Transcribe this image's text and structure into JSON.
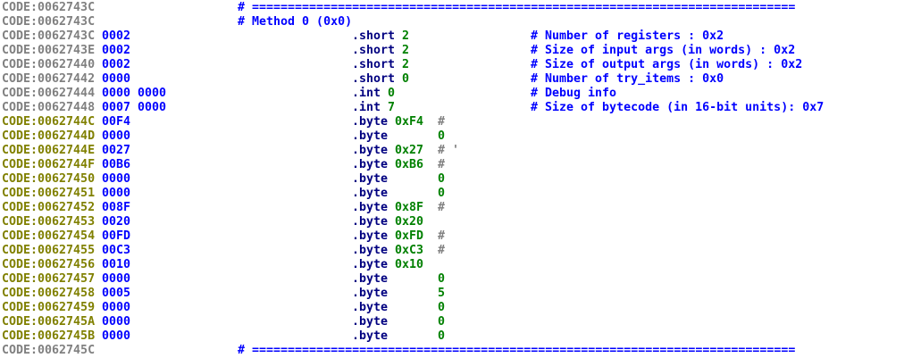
{
  "colors": {
    "background": "#ffffff",
    "address_gray": "#808080",
    "address_olive": "#808000",
    "hex_bytes_blue": "#0000ff",
    "directive_navy": "#000080",
    "operand_green": "#008000",
    "comment_blue": "#0000ff",
    "char_comment_gray": "#808080"
  },
  "listing": {
    "segment_prefix": "CODE",
    "lines": [
      {
        "segments": [
          {
            "col": 0,
            "text": "CODE:0062743C",
            "cls": "addr-gray",
            "name": "address-label"
          },
          {
            "col": 33,
            "text": "# ============================================================================",
            "cls": "cmt",
            "name": "separator-comment"
          }
        ]
      },
      {
        "segments": [
          {
            "col": 0,
            "text": "CODE:0062743C",
            "cls": "addr-gray",
            "name": "address-label"
          },
          {
            "col": 33,
            "text": "# Method 0 (0x0)",
            "cls": "cmt",
            "name": "method-header-comment"
          }
        ]
      },
      {
        "segments": [
          {
            "col": 0,
            "text": "CODE:0062743C",
            "cls": "addr-gray",
            "name": "address-label"
          },
          {
            "col": 14,
            "text": "0002",
            "cls": "hex",
            "name": "hex-bytes"
          },
          {
            "col": 49,
            "text": ".short",
            "cls": "kw",
            "name": "directive-keyword"
          },
          {
            "col": 56,
            "text": "2",
            "cls": "val",
            "name": "operand-value"
          },
          {
            "col": 74,
            "text": "# Number of registers : 0x2",
            "cls": "cmt",
            "name": "line-comment"
          }
        ]
      },
      {
        "segments": [
          {
            "col": 0,
            "text": "CODE:0062743E",
            "cls": "addr-gray",
            "name": "address-label"
          },
          {
            "col": 14,
            "text": "0002",
            "cls": "hex",
            "name": "hex-bytes"
          },
          {
            "col": 49,
            "text": ".short",
            "cls": "kw",
            "name": "directive-keyword"
          },
          {
            "col": 56,
            "text": "2",
            "cls": "val",
            "name": "operand-value"
          },
          {
            "col": 74,
            "text": "# Size of input args (in words) : 0x2",
            "cls": "cmt",
            "name": "line-comment"
          }
        ]
      },
      {
        "segments": [
          {
            "col": 0,
            "text": "CODE:00627440",
            "cls": "addr-gray",
            "name": "address-label"
          },
          {
            "col": 14,
            "text": "0002",
            "cls": "hex",
            "name": "hex-bytes"
          },
          {
            "col": 49,
            "text": ".short",
            "cls": "kw",
            "name": "directive-keyword"
          },
          {
            "col": 56,
            "text": "2",
            "cls": "val",
            "name": "operand-value"
          },
          {
            "col": 74,
            "text": "# Size of output args (in words) : 0x2",
            "cls": "cmt",
            "name": "line-comment"
          }
        ]
      },
      {
        "segments": [
          {
            "col": 0,
            "text": "CODE:00627442",
            "cls": "addr-gray",
            "name": "address-label"
          },
          {
            "col": 14,
            "text": "0000",
            "cls": "hex",
            "name": "hex-bytes"
          },
          {
            "col": 49,
            "text": ".short",
            "cls": "kw",
            "name": "directive-keyword"
          },
          {
            "col": 56,
            "text": "0",
            "cls": "val",
            "name": "operand-value"
          },
          {
            "col": 74,
            "text": "# Number of try_items : 0x0",
            "cls": "cmt",
            "name": "line-comment"
          }
        ]
      },
      {
        "segments": [
          {
            "col": 0,
            "text": "CODE:00627444",
            "cls": "addr-gray",
            "name": "address-label"
          },
          {
            "col": 14,
            "text": "0000 0000",
            "cls": "hex",
            "name": "hex-bytes"
          },
          {
            "col": 49,
            "text": ".int",
            "cls": "kw",
            "name": "directive-keyword"
          },
          {
            "col": 54,
            "text": "0",
            "cls": "val",
            "name": "operand-value"
          },
          {
            "col": 74,
            "text": "# Debug info",
            "cls": "cmt",
            "name": "line-comment"
          }
        ]
      },
      {
        "segments": [
          {
            "col": 0,
            "text": "CODE:00627448",
            "cls": "addr-gray",
            "name": "address-label"
          },
          {
            "col": 14,
            "text": "0007 0000",
            "cls": "hex",
            "name": "hex-bytes"
          },
          {
            "col": 49,
            "text": ".int",
            "cls": "kw",
            "name": "directive-keyword"
          },
          {
            "col": 54,
            "text": "7",
            "cls": "val",
            "name": "operand-value"
          },
          {
            "col": 74,
            "text": "# Size of bytecode (in 16-bit units): 0x7",
            "cls": "cmt",
            "name": "line-comment"
          }
        ]
      },
      {
        "segments": [
          {
            "col": 0,
            "text": "CODE:0062744C",
            "cls": "addr-olive",
            "name": "address-label"
          },
          {
            "col": 14,
            "text": "00F4",
            "cls": "hex",
            "name": "hex-bytes"
          },
          {
            "col": 49,
            "text": ".byte",
            "cls": "kw",
            "name": "directive-keyword"
          },
          {
            "col": 55,
            "text": "0xF4",
            "cls": "val",
            "name": "operand-value"
          },
          {
            "col": 61,
            "text": "#",
            "cls": "chr",
            "name": "char-comment-hash"
          }
        ]
      },
      {
        "segments": [
          {
            "col": 0,
            "text": "CODE:0062744D",
            "cls": "addr-olive",
            "name": "address-label"
          },
          {
            "col": 14,
            "text": "0000",
            "cls": "hex",
            "name": "hex-bytes"
          },
          {
            "col": 49,
            "text": ".byte",
            "cls": "kw",
            "name": "directive-keyword"
          },
          {
            "col": 61,
            "text": "0",
            "cls": "val",
            "name": "operand-value"
          }
        ]
      },
      {
        "segments": [
          {
            "col": 0,
            "text": "CODE:0062744E",
            "cls": "addr-olive",
            "name": "address-label"
          },
          {
            "col": 14,
            "text": "0027",
            "cls": "hex",
            "name": "hex-bytes"
          },
          {
            "col": 49,
            "text": ".byte",
            "cls": "kw",
            "name": "directive-keyword"
          },
          {
            "col": 55,
            "text": "0x27",
            "cls": "val",
            "name": "operand-value"
          },
          {
            "col": 61,
            "text": "#",
            "cls": "chr",
            "name": "char-comment-hash"
          },
          {
            "col": 63,
            "text": "'",
            "cls": "chr",
            "name": "char-comment"
          }
        ]
      },
      {
        "segments": [
          {
            "col": 0,
            "text": "CODE:0062744F",
            "cls": "addr-olive",
            "name": "address-label"
          },
          {
            "col": 14,
            "text": "00B6",
            "cls": "hex",
            "name": "hex-bytes"
          },
          {
            "col": 49,
            "text": ".byte",
            "cls": "kw",
            "name": "directive-keyword"
          },
          {
            "col": 55,
            "text": "0xB6",
            "cls": "val",
            "name": "operand-value"
          },
          {
            "col": 61,
            "text": "#",
            "cls": "chr",
            "name": "char-comment-hash"
          }
        ]
      },
      {
        "segments": [
          {
            "col": 0,
            "text": "CODE:00627450",
            "cls": "addr-olive",
            "name": "address-label"
          },
          {
            "col": 14,
            "text": "0000",
            "cls": "hex",
            "name": "hex-bytes"
          },
          {
            "col": 49,
            "text": ".byte",
            "cls": "kw",
            "name": "directive-keyword"
          },
          {
            "col": 61,
            "text": "0",
            "cls": "val",
            "name": "operand-value"
          }
        ]
      },
      {
        "segments": [
          {
            "col": 0,
            "text": "CODE:00627451",
            "cls": "addr-olive",
            "name": "address-label"
          },
          {
            "col": 14,
            "text": "0000",
            "cls": "hex",
            "name": "hex-bytes"
          },
          {
            "col": 49,
            "text": ".byte",
            "cls": "kw",
            "name": "directive-keyword"
          },
          {
            "col": 61,
            "text": "0",
            "cls": "val",
            "name": "operand-value"
          }
        ]
      },
      {
        "segments": [
          {
            "col": 0,
            "text": "CODE:00627452",
            "cls": "addr-olive",
            "name": "address-label"
          },
          {
            "col": 14,
            "text": "008F",
            "cls": "hex",
            "name": "hex-bytes"
          },
          {
            "col": 49,
            "text": ".byte",
            "cls": "kw",
            "name": "directive-keyword"
          },
          {
            "col": 55,
            "text": "0x8F",
            "cls": "val",
            "name": "operand-value"
          },
          {
            "col": 61,
            "text": "#",
            "cls": "chr",
            "name": "char-comment-hash"
          }
        ]
      },
      {
        "segments": [
          {
            "col": 0,
            "text": "CODE:00627453",
            "cls": "addr-olive",
            "name": "address-label"
          },
          {
            "col": 14,
            "text": "0020",
            "cls": "hex",
            "name": "hex-bytes"
          },
          {
            "col": 49,
            "text": ".byte",
            "cls": "kw",
            "name": "directive-keyword"
          },
          {
            "col": 55,
            "text": "0x20",
            "cls": "val",
            "name": "operand-value"
          }
        ]
      },
      {
        "segments": [
          {
            "col": 0,
            "text": "CODE:00627454",
            "cls": "addr-olive",
            "name": "address-label"
          },
          {
            "col": 14,
            "text": "00FD",
            "cls": "hex",
            "name": "hex-bytes"
          },
          {
            "col": 49,
            "text": ".byte",
            "cls": "kw",
            "name": "directive-keyword"
          },
          {
            "col": 55,
            "text": "0xFD",
            "cls": "val",
            "name": "operand-value"
          },
          {
            "col": 61,
            "text": "#",
            "cls": "chr",
            "name": "char-comment-hash"
          }
        ]
      },
      {
        "segments": [
          {
            "col": 0,
            "text": "CODE:00627455",
            "cls": "addr-olive",
            "name": "address-label"
          },
          {
            "col": 14,
            "text": "00C3",
            "cls": "hex",
            "name": "hex-bytes"
          },
          {
            "col": 49,
            "text": ".byte",
            "cls": "kw",
            "name": "directive-keyword"
          },
          {
            "col": 55,
            "text": "0xC3",
            "cls": "val",
            "name": "operand-value"
          },
          {
            "col": 61,
            "text": "#",
            "cls": "chr",
            "name": "char-comment-hash"
          }
        ]
      },
      {
        "segments": [
          {
            "col": 0,
            "text": "CODE:00627456",
            "cls": "addr-olive",
            "name": "address-label"
          },
          {
            "col": 14,
            "text": "0010",
            "cls": "hex",
            "name": "hex-bytes"
          },
          {
            "col": 49,
            "text": ".byte",
            "cls": "kw",
            "name": "directive-keyword"
          },
          {
            "col": 55,
            "text": "0x10",
            "cls": "val",
            "name": "operand-value"
          }
        ]
      },
      {
        "segments": [
          {
            "col": 0,
            "text": "CODE:00627457",
            "cls": "addr-olive",
            "name": "address-label"
          },
          {
            "col": 14,
            "text": "0000",
            "cls": "hex",
            "name": "hex-bytes"
          },
          {
            "col": 49,
            "text": ".byte",
            "cls": "kw",
            "name": "directive-keyword"
          },
          {
            "col": 61,
            "text": "0",
            "cls": "val",
            "name": "operand-value"
          }
        ]
      },
      {
        "segments": [
          {
            "col": 0,
            "text": "CODE:00627458",
            "cls": "addr-olive",
            "name": "address-label"
          },
          {
            "col": 14,
            "text": "0005",
            "cls": "hex",
            "name": "hex-bytes"
          },
          {
            "col": 49,
            "text": ".byte",
            "cls": "kw",
            "name": "directive-keyword"
          },
          {
            "col": 61,
            "text": "5",
            "cls": "val",
            "name": "operand-value"
          }
        ]
      },
      {
        "segments": [
          {
            "col": 0,
            "text": "CODE:00627459",
            "cls": "addr-olive",
            "name": "address-label"
          },
          {
            "col": 14,
            "text": "0000",
            "cls": "hex",
            "name": "hex-bytes"
          },
          {
            "col": 49,
            "text": ".byte",
            "cls": "kw",
            "name": "directive-keyword"
          },
          {
            "col": 61,
            "text": "0",
            "cls": "val",
            "name": "operand-value"
          }
        ]
      },
      {
        "segments": [
          {
            "col": 0,
            "text": "CODE:0062745A",
            "cls": "addr-olive",
            "name": "address-label"
          },
          {
            "col": 14,
            "text": "0000",
            "cls": "hex",
            "name": "hex-bytes"
          },
          {
            "col": 49,
            "text": ".byte",
            "cls": "kw",
            "name": "directive-keyword"
          },
          {
            "col": 61,
            "text": "0",
            "cls": "val",
            "name": "operand-value"
          }
        ]
      },
      {
        "segments": [
          {
            "col": 0,
            "text": "CODE:0062745B",
            "cls": "addr-olive",
            "name": "address-label"
          },
          {
            "col": 14,
            "text": "0000",
            "cls": "hex",
            "name": "hex-bytes"
          },
          {
            "col": 49,
            "text": ".byte",
            "cls": "kw",
            "name": "directive-keyword"
          },
          {
            "col": 61,
            "text": "0",
            "cls": "val",
            "name": "operand-value"
          }
        ]
      },
      {
        "segments": [
          {
            "col": 0,
            "text": "CODE:0062745C",
            "cls": "addr-gray",
            "name": "address-label"
          },
          {
            "col": 33,
            "text": "# ============================================================================",
            "cls": "cmt",
            "name": "separator-comment"
          }
        ]
      }
    ]
  }
}
